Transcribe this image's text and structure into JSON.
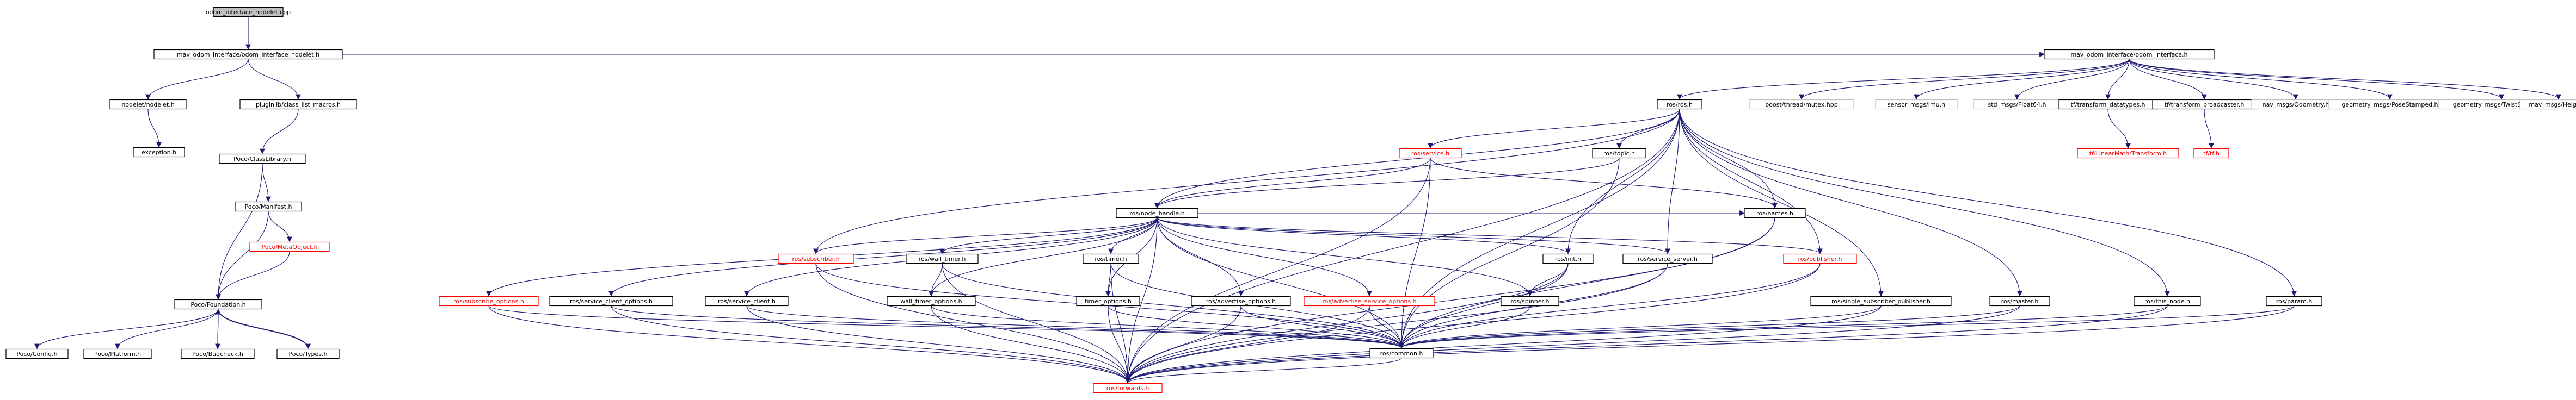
{
  "colors": {
    "edge": "#191970",
    "node_border_black": "#000000",
    "node_border_gray": "#bfbfbf",
    "node_border_red": "#ff0000",
    "root_fill": "#bfbfbf",
    "red_text": "#ff0000"
  },
  "nodes": [
    {
      "id": "root",
      "label": "odom_interface_nodelet.cpp",
      "style": "root"
    },
    {
      "id": "mav_nodelet",
      "label": "mav_odom_interface/odom_interface_nodelet.h",
      "style": "normal"
    },
    {
      "id": "nodelet",
      "label": "nodelet/nodelet.h",
      "style": "normal"
    },
    {
      "id": "pluginlib",
      "label": "pluginlib/class_list_macros.h",
      "style": "normal"
    },
    {
      "id": "exception",
      "label": "exception.h",
      "style": "normal"
    },
    {
      "id": "classlib",
      "label": "Poco/ClassLibrary.h",
      "style": "normal"
    },
    {
      "id": "manifest",
      "label": "Poco/Manifest.h",
      "style": "normal"
    },
    {
      "id": "metaobject",
      "label": "Poco/MetaObject.h",
      "style": "red"
    },
    {
      "id": "foundation",
      "label": "Poco/Foundation.h",
      "style": "normal"
    },
    {
      "id": "config",
      "label": "Poco/Config.h",
      "style": "normal"
    },
    {
      "id": "platform",
      "label": "Poco/Platform.h",
      "style": "normal"
    },
    {
      "id": "bugcheck",
      "label": "Poco/Bugcheck.h",
      "style": "normal"
    },
    {
      "id": "types",
      "label": "Poco/Types.h",
      "style": "normal"
    },
    {
      "id": "mav_iface",
      "label": "mav_odom_interface/odom_interface.h",
      "style": "normal"
    },
    {
      "id": "ros",
      "label": "ros/ros.h",
      "style": "normal"
    },
    {
      "id": "boostmutex",
      "label": "boost/thread/mutex.hpp",
      "style": "gray"
    },
    {
      "id": "imu",
      "label": "sensor_msgs/Imu.h",
      "style": "gray"
    },
    {
      "id": "float64",
      "label": "std_msgs/Float64.h",
      "style": "gray"
    },
    {
      "id": "tfdatatypes",
      "label": "tf/transform_datatypes.h",
      "style": "normal"
    },
    {
      "id": "tfbroad",
      "label": "tf/transform_broadcaster.h",
      "style": "normal"
    },
    {
      "id": "odometry",
      "label": "nav_msgs/Odometry.h",
      "style": "gray"
    },
    {
      "id": "posestamped",
      "label": "geometry_msgs/PoseStamped.h",
      "style": "gray"
    },
    {
      "id": "twiststamped",
      "label": "geometry_msgs/TwistStamped.h",
      "style": "gray"
    },
    {
      "id": "height",
      "label": "mav_msgs/Height.h",
      "style": "gray"
    },
    {
      "id": "lineartf",
      "label": "tf/LinearMath/Transform.h",
      "style": "red"
    },
    {
      "id": "tfh",
      "label": "tf/tf.h",
      "style": "red"
    },
    {
      "id": "service",
      "label": "ros/service.h",
      "style": "red"
    },
    {
      "id": "topic",
      "label": "ros/topic.h",
      "style": "normal"
    },
    {
      "id": "nodehandle",
      "label": "ros/node_handle.h",
      "style": "normal"
    },
    {
      "id": "names",
      "label": "ros/names.h",
      "style": "normal"
    },
    {
      "id": "subscriber",
      "label": "ros/subscriber.h",
      "style": "red"
    },
    {
      "id": "walltimer",
      "label": "ros/wall_timer.h",
      "style": "normal"
    },
    {
      "id": "timer",
      "label": "ros/timer.h",
      "style": "normal"
    },
    {
      "id": "init",
      "label": "ros/init.h",
      "style": "normal"
    },
    {
      "id": "srvserver",
      "label": "ros/service_server.h",
      "style": "normal"
    },
    {
      "id": "publisher",
      "label": "ros/publisher.h",
      "style": "red"
    },
    {
      "id": "subopts",
      "label": "ros/subscribe_options.h",
      "style": "red"
    },
    {
      "id": "srvclientopts",
      "label": "ros/service_client_options.h",
      "style": "normal"
    },
    {
      "id": "srvclient",
      "label": "ros/service_client.h",
      "style": "normal"
    },
    {
      "id": "walltimeropts",
      "label": "wall_timer_options.h",
      "style": "normal"
    },
    {
      "id": "timeropts",
      "label": "timer_options.h",
      "style": "normal"
    },
    {
      "id": "advopts",
      "label": "ros/advertise_options.h",
      "style": "normal"
    },
    {
      "id": "advsrvopts",
      "label": "ros/advertise_service_options.h",
      "style": "red"
    },
    {
      "id": "spinner",
      "label": "ros/spinner.h",
      "style": "normal"
    },
    {
      "id": "singlepub",
      "label": "ros/single_subscriber_publisher.h",
      "style": "normal"
    },
    {
      "id": "master",
      "label": "ros/master.h",
      "style": "normal"
    },
    {
      "id": "thisnode",
      "label": "ros/this_node.h",
      "style": "normal"
    },
    {
      "id": "param",
      "label": "ros/param.h",
      "style": "normal"
    },
    {
      "id": "common",
      "label": "ros/common.h",
      "style": "normal"
    },
    {
      "id": "forwards",
      "label": "ros/forwards.h",
      "style": "red"
    }
  ],
  "edges": [
    [
      "root",
      "mav_nodelet"
    ],
    [
      "mav_nodelet",
      "nodelet"
    ],
    [
      "mav_nodelet",
      "pluginlib"
    ],
    [
      "mav_nodelet",
      "mav_iface"
    ],
    [
      "nodelet",
      "exception"
    ],
    [
      "pluginlib",
      "classlib"
    ],
    [
      "classlib",
      "manifest"
    ],
    [
      "classlib",
      "foundation"
    ],
    [
      "manifest",
      "metaobject"
    ],
    [
      "manifest",
      "foundation"
    ],
    [
      "metaobject",
      "foundation"
    ],
    [
      "foundation",
      "config"
    ],
    [
      "foundation",
      "platform"
    ],
    [
      "foundation",
      "bugcheck"
    ],
    [
      "foundation",
      "types"
    ],
    [
      "bugcheck",
      "foundation"
    ],
    [
      "types",
      "foundation"
    ],
    [
      "mav_iface",
      "ros"
    ],
    [
      "mav_iface",
      "boostmutex"
    ],
    [
      "mav_iface",
      "imu"
    ],
    [
      "mav_iface",
      "float64"
    ],
    [
      "mav_iface",
      "tfdatatypes"
    ],
    [
      "mav_iface",
      "tfbroad"
    ],
    [
      "mav_iface",
      "odometry"
    ],
    [
      "mav_iface",
      "posestamped"
    ],
    [
      "mav_iface",
      "twiststamped"
    ],
    [
      "mav_iface",
      "height"
    ],
    [
      "tfdatatypes",
      "lineartf"
    ],
    [
      "tfbroad",
      "tfh"
    ],
    [
      "ros",
      "service"
    ],
    [
      "ros",
      "topic"
    ],
    [
      "ros",
      "nodehandle"
    ],
    [
      "ros",
      "names"
    ],
    [
      "ros",
      "subscriber"
    ],
    [
      "ros",
      "init"
    ],
    [
      "ros",
      "srvserver"
    ],
    [
      "ros",
      "publisher"
    ],
    [
      "ros",
      "singlepub"
    ],
    [
      "ros",
      "master"
    ],
    [
      "ros",
      "thisnode"
    ],
    [
      "ros",
      "param"
    ],
    [
      "ros",
      "common"
    ],
    [
      "ros",
      "forwards"
    ],
    [
      "service",
      "nodehandle"
    ],
    [
      "service",
      "names"
    ],
    [
      "service",
      "common"
    ],
    [
      "service",
      "forwards"
    ],
    [
      "topic",
      "nodehandle"
    ],
    [
      "topic",
      "common"
    ],
    [
      "nodehandle",
      "subscriber"
    ],
    [
      "nodehandle",
      "walltimer"
    ],
    [
      "nodehandle",
      "timer"
    ],
    [
      "nodehandle",
      "init"
    ],
    [
      "nodehandle",
      "srvserver"
    ],
    [
      "nodehandle",
      "publisher"
    ],
    [
      "nodehandle",
      "subopts"
    ],
    [
      "nodehandle",
      "srvclientopts"
    ],
    [
      "nodehandle",
      "srvclient"
    ],
    [
      "nodehandle",
      "walltimeropts"
    ],
    [
      "nodehandle",
      "timeropts"
    ],
    [
      "nodehandle",
      "advopts"
    ],
    [
      "nodehandle",
      "advsrvopts"
    ],
    [
      "nodehandle",
      "spinner"
    ],
    [
      "nodehandle",
      "names"
    ],
    [
      "nodehandle",
      "common"
    ],
    [
      "nodehandle",
      "forwards"
    ],
    [
      "names",
      "common"
    ],
    [
      "names",
      "forwards"
    ],
    [
      "subscriber",
      "common"
    ],
    [
      "subscriber",
      "forwards"
    ],
    [
      "walltimer",
      "walltimeropts"
    ],
    [
      "walltimer",
      "common"
    ],
    [
      "walltimer",
      "forwards"
    ],
    [
      "timer",
      "timeropts"
    ],
    [
      "timer",
      "common"
    ],
    [
      "timer",
      "forwards"
    ],
    [
      "init",
      "spinner"
    ],
    [
      "init",
      "common"
    ],
    [
      "init",
      "forwards"
    ],
    [
      "srvserver",
      "common"
    ],
    [
      "srvserver",
      "forwards"
    ],
    [
      "publisher",
      "common"
    ],
    [
      "publisher",
      "forwards"
    ],
    [
      "subopts",
      "common"
    ],
    [
      "subopts",
      "forwards"
    ],
    [
      "srvclientopts",
      "common"
    ],
    [
      "srvclientopts",
      "forwards"
    ],
    [
      "srvclient",
      "common"
    ],
    [
      "srvclient",
      "forwards"
    ],
    [
      "walltimeropts",
      "common"
    ],
    [
      "walltimeropts",
      "forwards"
    ],
    [
      "timeropts",
      "common"
    ],
    [
      "timeropts",
      "forwards"
    ],
    [
      "advopts",
      "common"
    ],
    [
      "advopts",
      "forwards"
    ],
    [
      "advsrvopts",
      "common"
    ],
    [
      "advsrvopts",
      "forwards"
    ],
    [
      "spinner",
      "common"
    ],
    [
      "singlepub",
      "common"
    ],
    [
      "singlepub",
      "forwards"
    ],
    [
      "master",
      "common"
    ],
    [
      "master",
      "forwards"
    ],
    [
      "thisnode",
      "common"
    ],
    [
      "thisnode",
      "forwards"
    ],
    [
      "param",
      "common"
    ],
    [
      "param",
      "forwards"
    ],
    [
      "common",
      "forwards"
    ]
  ]
}
